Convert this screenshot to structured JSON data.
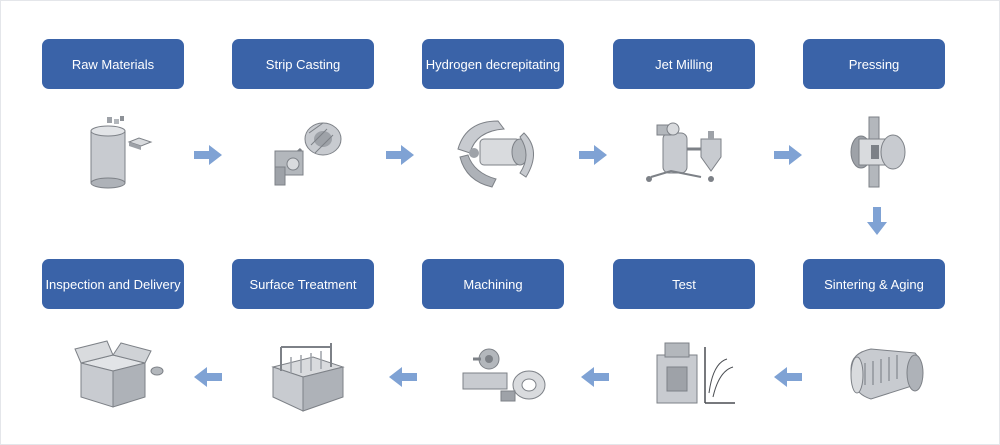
{
  "colors": {
    "box": "#3a63a8",
    "arrow": "#7fa2d4",
    "machine": "#c8cbd0",
    "machine_dark": "#7d8187"
  },
  "steps": [
    {
      "label": "Raw Materials",
      "icon": "raw-materials-icon"
    },
    {
      "label": "Strip Casting",
      "icon": "strip-casting-icon"
    },
    {
      "label": "Hydrogen decrepitating",
      "icon": "hydrogen-decrepitating-icon"
    },
    {
      "label": "Jet Milling",
      "icon": "jet-milling-icon"
    },
    {
      "label": "Pressing",
      "icon": "pressing-icon"
    },
    {
      "label": "Sintering & Aging",
      "icon": "sintering-furnace-icon"
    },
    {
      "label": "Test",
      "icon": "test-machine-icon"
    },
    {
      "label": "Machining",
      "icon": "machining-icon"
    },
    {
      "label": "Surface Treatment",
      "icon": "surface-treatment-icon"
    },
    {
      "label": "Inspection and Delivery",
      "icon": "delivery-box-icon"
    }
  ]
}
